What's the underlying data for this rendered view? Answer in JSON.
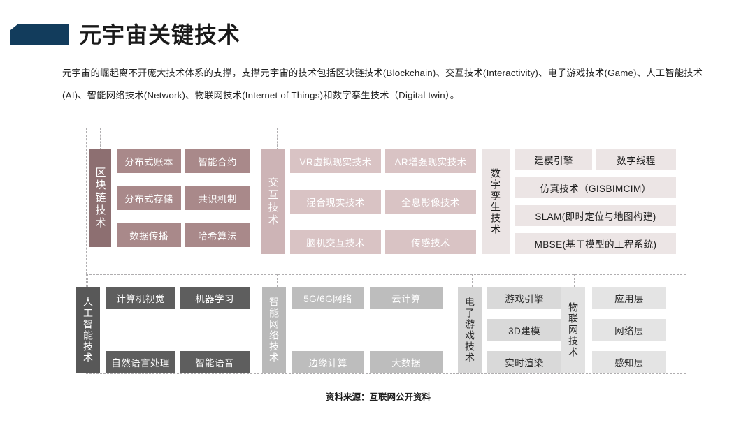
{
  "header": {
    "title": "元宇宙关键技术",
    "description": "元宇宙的崛起离不开庞大技术体系的支撑，支撑元宇宙的技术包括区块链技术(Blockchain)、交互技术(Interactivity)、电子游戏技术(Game)、人工智能技术(AI)、智能网络技术(Network)、物联网技术(Internet of Things)和数字孪生技术（Digital twin）。"
  },
  "groups": {
    "blockchain": {
      "label": "区块链技术",
      "cells": [
        "分布式账本",
        "智能合约",
        "分布式存储",
        "共识机制",
        "数据传播",
        "哈希算法"
      ]
    },
    "interaction": {
      "label": "交互技术",
      "cells": [
        "VR虚拟现实技术",
        "AR增强现实技术",
        "混合现实技术",
        "全息影像技术",
        "脑机交互技术",
        "传感技术"
      ]
    },
    "digital_twin": {
      "label": "数字孪生技术",
      "cells": [
        "建模引擎",
        "数字线程",
        "仿真技术（GISBIMCIM）",
        "SLAM(即时定位与地图构建)",
        "MBSE(基于模型的工程系统)"
      ]
    },
    "ai": {
      "label": "人工智能技术",
      "cells": [
        "计算机视觉",
        "机器学习",
        "自然语言处理",
        "智能语音"
      ]
    },
    "network": {
      "label": "智能网络技术",
      "cells": [
        "5G/6G网络",
        "云计算",
        "边缘计算",
        "大数据"
      ]
    },
    "game": {
      "label": "电子游戏技术",
      "cells": [
        "游戏引擎",
        "3D建模",
        "实时渲染"
      ]
    },
    "iot": {
      "label": "物联网技术",
      "cells": [
        "应用层",
        "网络层",
        "感知层"
      ]
    }
  },
  "footer": {
    "source": "资料来源：互联网公开资料"
  },
  "colors": {
    "title_marker": "#123c5c",
    "blockchain_bar": "#8d6f71",
    "blockchain_cell": "#a9898a",
    "interaction_bar": "#cdb4b6",
    "interaction_cell": "#d9c3c4",
    "digital_twin_cell": "#ece5e5",
    "ai_bar": "#585858",
    "network_bar": "#b9b9b9",
    "game_bar": "#d5d5d5",
    "iot_bar": "#e2e2e2",
    "dashed_line": "#b0aeb0"
  }
}
